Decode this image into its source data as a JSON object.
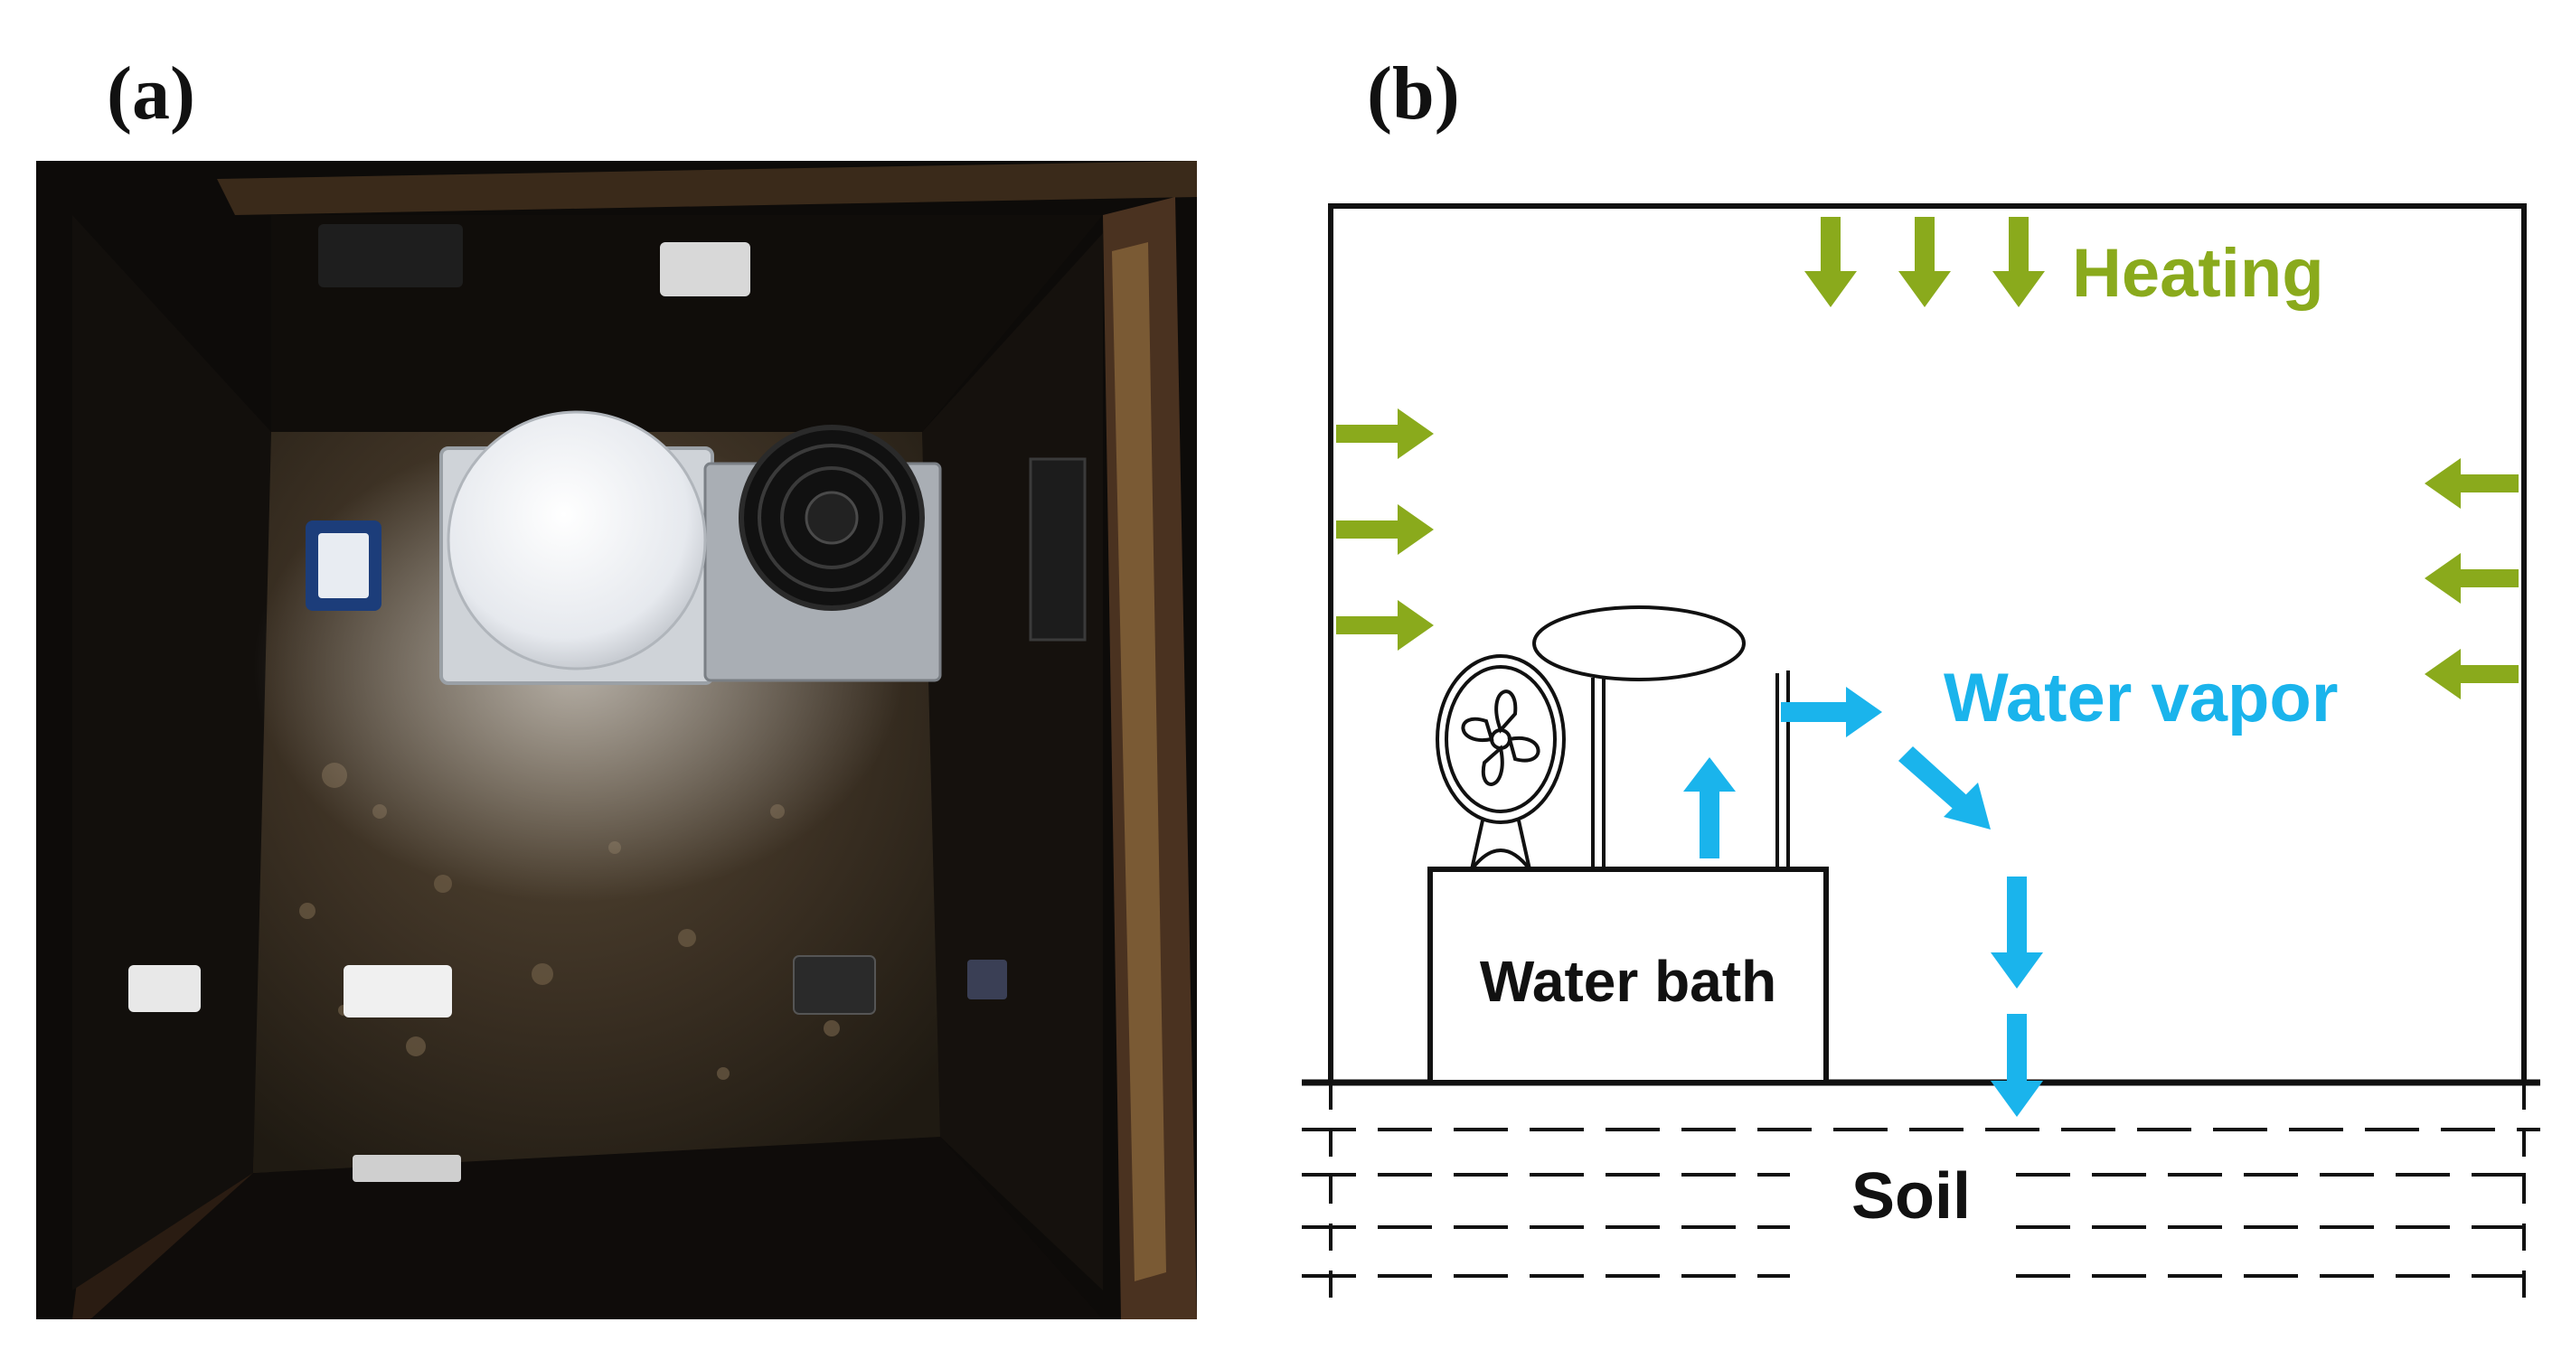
{
  "panels": {
    "a": {
      "label": "(a)"
    },
    "b": {
      "label": "(b)"
    }
  },
  "diagram": {
    "heating_label": "Heating",
    "water_vapor_label": "Water vapor",
    "water_bath_label": "Water bath",
    "soil_label": "Soil"
  },
  "colors": {
    "heating_arrow": "#8aaa1c",
    "heating_text": "#8aaa1c",
    "vapor_arrow": "#1ab4ec",
    "vapor_text": "#1ab4ec",
    "line": "#111111"
  },
  "icons": {
    "fan": "fan-icon"
  }
}
